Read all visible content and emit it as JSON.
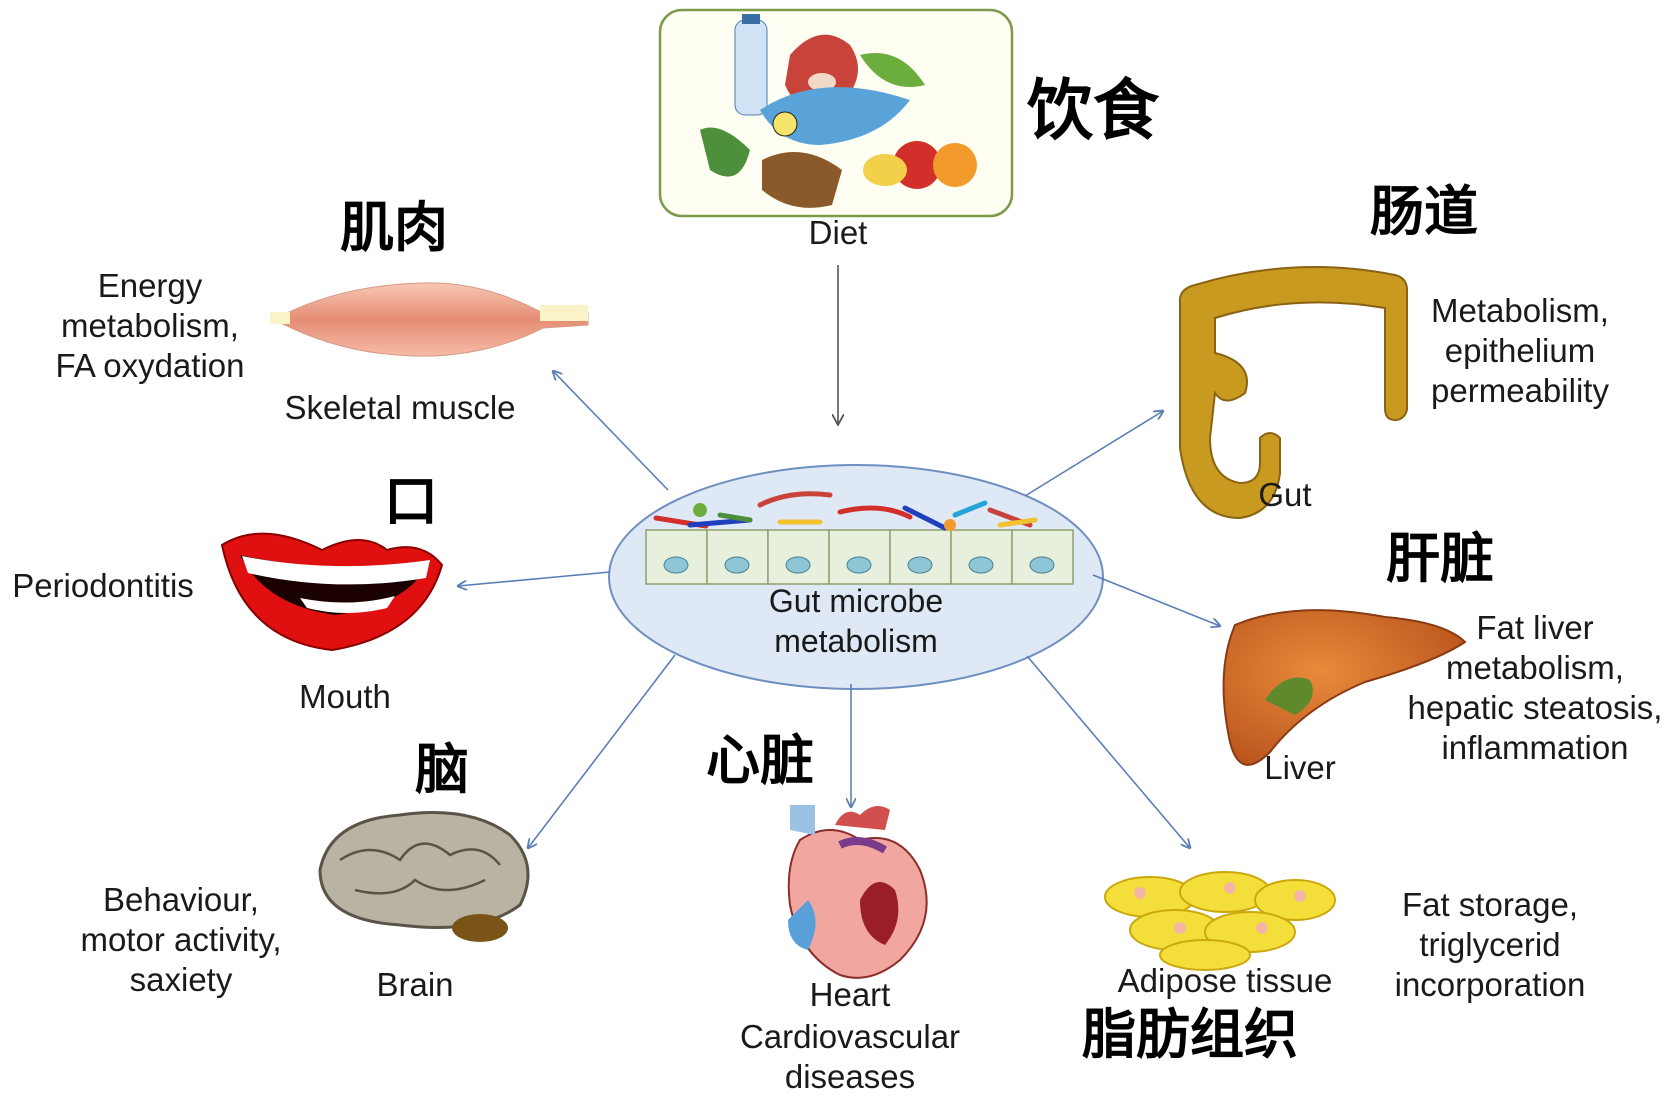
{
  "diet": {
    "label": "Diet",
    "zh": "饮食"
  },
  "center": {
    "label": "Gut microbe\nmetabolism"
  },
  "organs": {
    "muscle": {
      "label": "Skeletal muscle",
      "zh": "肌肉",
      "effect": "Energy\nmetabolism,\nFA oxydation"
    },
    "mouth": {
      "label": "Mouth",
      "zh": "口",
      "effect": "Periodontitis"
    },
    "brain": {
      "label": "Brain",
      "zh": "脑",
      "effect": "Behaviour,\nmotor activity,\nsaxiety"
    },
    "heart": {
      "label": "Heart",
      "zh": "心脏",
      "effect": "Cardiovascular\ndiseases"
    },
    "adipose": {
      "label": "Adipose tissue",
      "zh": "脂肪组织",
      "effect": "Fat storage,\ntriglycerid\nincorporation"
    },
    "liver": {
      "label": "Liver",
      "zh": "肝脏",
      "effect": "Fat liver\nmetabolism,\nhepatic steatosis,\ninflammation"
    },
    "gut": {
      "label": "Gut",
      "zh": "肠道",
      "effect": "Metabolism,\nepithelium\npermeability"
    }
  },
  "colors": {
    "arrow": "#5b7fb4",
    "ellipse_fill": "#dfe9f5",
    "ellipse_stroke": "#6f8fbf",
    "diet_box": "#6a8a3a"
  }
}
